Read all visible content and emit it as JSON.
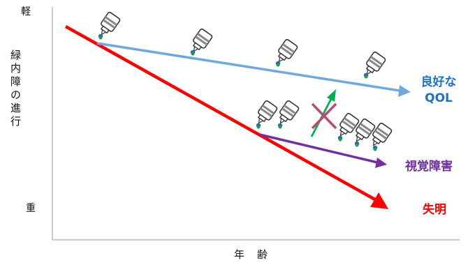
{
  "axis": {
    "y_top": "軽",
    "y_bottom": "重",
    "y_title": "緑内障の進行",
    "x_title": "年齢"
  },
  "outcomes": {
    "good_qol": "良好な\nQOL",
    "visual_impairment": "視覚障害",
    "blindness": "失明"
  },
  "colors": {
    "good_qol": "#1f6fd0",
    "good_line": "#6fa8dc",
    "visual_impairment": "#7030a0",
    "blindness": "#ff0000",
    "improvement_arrow": "#00b050",
    "cross": "#b84c6e"
  },
  "icons": {
    "eye_drop": "eye-drop-bottle-icon"
  }
}
